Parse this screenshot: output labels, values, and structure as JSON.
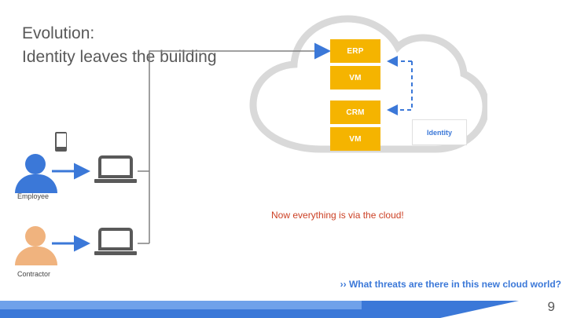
{
  "slide": {
    "title": "Evolution:\nIdentity leaves the building",
    "page_number": "9",
    "cloud_caption": "Now everything is via the cloud!",
    "threat_question": "›› What threats are there in this new cloud world?"
  },
  "cloud": {
    "boxes": [
      {
        "label": "ERP",
        "color": "#f5b400"
      },
      {
        "label": "VM",
        "color": "#f5b400"
      },
      {
        "label": "CRM",
        "color": "#f5b400"
      },
      {
        "label": "VM",
        "color": "#f5b400"
      }
    ],
    "identity_box": {
      "label": "Identity",
      "color": "#3b78d8"
    }
  },
  "actors": [
    {
      "label": "Employee",
      "color": "#3b78d8"
    },
    {
      "label": "Contractor",
      "color": "#f0b37e"
    }
  ],
  "icons": {
    "phone": "mobile-phone-icon",
    "laptop": "laptop-icon"
  },
  "colors": {
    "accent_blue": "#3b78d8",
    "box_yellow": "#f5b400",
    "caption_red": "#cc4125",
    "line_grey": "#808080",
    "title_grey": "#595959",
    "cloud_grey": "#d9d9d9"
  }
}
